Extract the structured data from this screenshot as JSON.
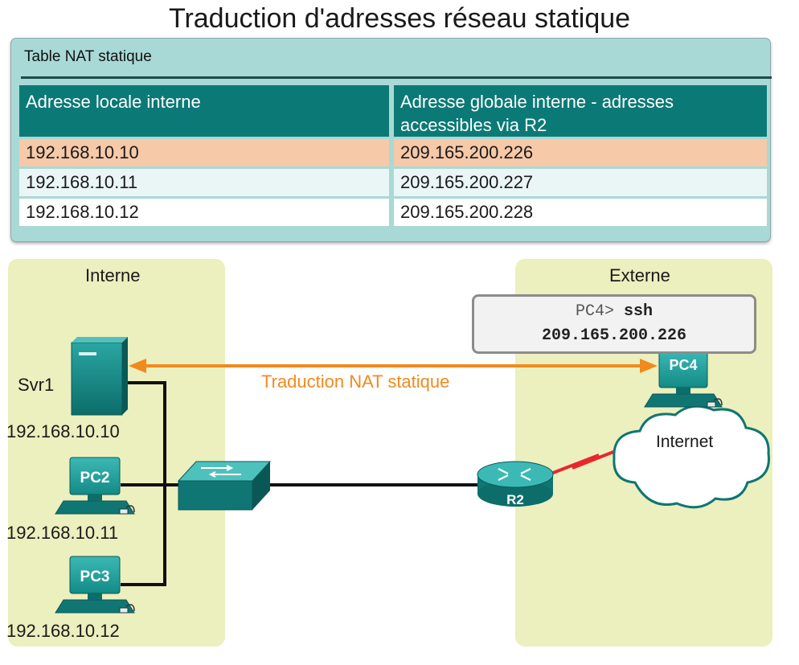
{
  "title": "Traduction d'adresses réseau statique",
  "nat_table": {
    "title": "Table NAT statique",
    "headers": [
      "Adresse locale interne",
      "Adresse globale interne - adresses accessibles via R2"
    ],
    "rows": [
      [
        "192.168.10.10",
        "209.165.200.226"
      ],
      [
        "192.168.10.11",
        "209.165.200.227"
      ],
      [
        "192.168.10.12",
        "209.165.200.228"
      ]
    ]
  },
  "zones": {
    "inside": "Interne",
    "outside": "Externe"
  },
  "devices": {
    "svr1": {
      "name": "Svr1",
      "ip": "192.168.10.10"
    },
    "pc2": {
      "label": "PC2",
      "ip": "192.168.10.11"
    },
    "pc3": {
      "label": "PC3",
      "ip": "192.168.10.12"
    },
    "pc4": {
      "label": "PC4"
    },
    "router": {
      "label": "R2"
    },
    "cloud": {
      "label": "Internet"
    }
  },
  "command": {
    "prompt": "PC4>",
    "cmd": "ssh",
    "target": "209.165.200.226"
  },
  "nat_arrow_label": "Traduction NAT statique",
  "colors": {
    "teal_header": "#0b7a76",
    "panel": "#a9d9d6",
    "highlight_row": "#f6c9a8",
    "zone": "#ecefbe",
    "arrow": "#f08a1e",
    "link": "#e8272d"
  }
}
